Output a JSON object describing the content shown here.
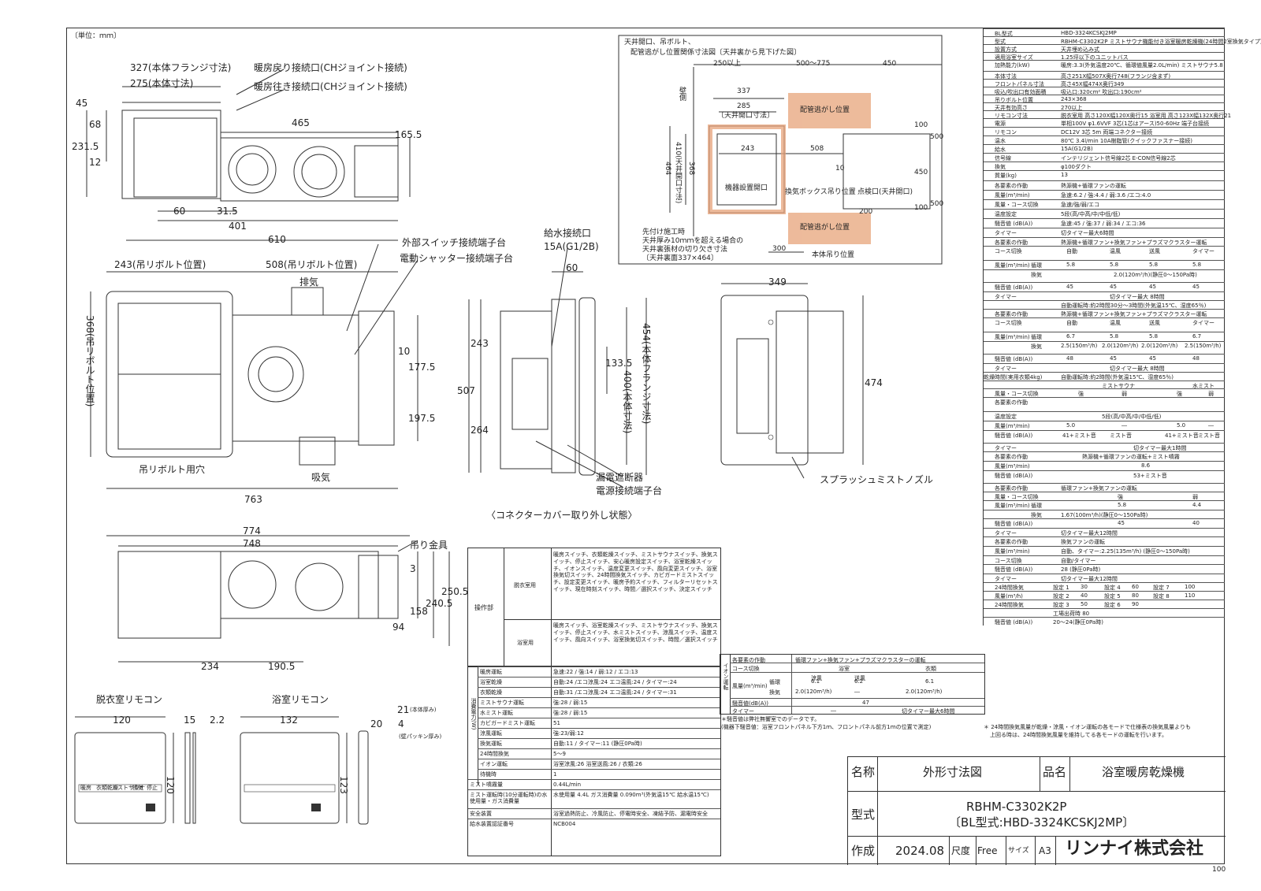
{
  "unit_note": "〔単位：ｍｍ〕",
  "page_number": "100",
  "drawing": {
    "top_view_labels": {
      "flange_width": "327(本体フランジ寸法)",
      "body_width": "275(本体寸法)",
      "return_port": "暖房戻り接続口(CHジョイント接続)",
      "supply_port": "暖房往き接続口(CHジョイント接続)",
      "dim_465": "465",
      "dim_45": "45",
      "dim_68": "68",
      "dim_231_5": "231.5",
      "dim_12": "12",
      "dim_165_5": "165.5",
      "dim_60": "60",
      "dim_31_5": "31.5",
      "dim_401": "401",
      "dim_610": "610"
    },
    "plan_labels": {
      "bolt_243": "243(吊リボルト位置)",
      "bolt_508": "508(吊リボルト位置)",
      "exhaust": "排気",
      "intake": "吸気",
      "bolt_368": "368(吊リボルト位置)",
      "bolt_hole": "吊リボルト用穴",
      "dim_763": "763",
      "dim_10": "10",
      "dim_177_5": "177.5",
      "dim_197_5": "197.5",
      "ext_switch": "外部スイッチ接続端子台",
      "shutter": "電動シャッター接続端子台",
      "water_port": "給水接続口",
      "water_size": "15A(G1/2B)"
    },
    "side_labels": {
      "dim_60": "60",
      "dim_507": "507",
      "dim_243": "243",
      "dim_264": "264",
      "dim_133_5": "133.5",
      "body_400": "400(本体寸法)",
      "flange_454": "454(本体フランジ寸法)",
      "breaker": "漏電遮断器",
      "power_terminal": "電源接続端子台",
      "connector_note": "〈コネクターカバー取り外し状態〉",
      "dim_349": "349",
      "dim_474": "474",
      "nozzle": "スプラッシュミストノズル"
    },
    "front_labels": {
      "dim_774": "774",
      "dim_748": "748",
      "hanger": "吊り金具",
      "dim_3": "3",
      "dim_158": "158",
      "dim_240_5": "240.5",
      "dim_250_5": "250.5",
      "dim_94": "94",
      "dim_234": "234",
      "dim_190_5": "190.5"
    },
    "remotes": {
      "dressing": "脱衣室リモコン",
      "bath": "浴室リモコン",
      "w120": "120",
      "w15": "15",
      "w2_2": "2.2",
      "w132": "132",
      "h120": "120",
      "h123": "123",
      "d20": "20",
      "d21": "21",
      "d21_note": "(本体厚み)",
      "d4": "4",
      "d4_note": "(壁パッキン厚み)",
      "buttons": [
        "暖房",
        "衣類乾燥",
        "ミストサウナ",
        "換気",
        "停止"
      ]
    },
    "ceiling": {
      "title_line1": "天井開口、吊ボルト、",
      "title_line2": "配管逃がし位置関係寸法図〔天井裏から見下げた図〕",
      "d250": "250以上",
      "d500_775": "500～775",
      "d450": "450",
      "d337": "337",
      "d285": "285",
      "opening_dim": "〔天井開口寸法〕",
      "d243": "243",
      "d508": "508",
      "d464": "464",
      "d368": "368",
      "d410": "410(天井開口寸法)",
      "pipe_relief": "配管逃がし位置",
      "unit_opening": "機器設置開口",
      "vent_box": "換気ボックス吊り位置",
      "inspect": "点検口(天井開口)",
      "d100a": "100",
      "d500a": "500",
      "d450b": "450",
      "d100b": "100",
      "d500b": "500",
      "d10": "10",
      "d200": "200",
      "d300": "300",
      "wall": "壁側",
      "body_hang": "本体吊り位置",
      "note1": "先付け施工時",
      "note2": "天井厚み10ｍｍを超える場合の",
      "note3": "天井裏張材の切り欠き寸法",
      "note4": "〔天井裏面337×464〕"
    }
  },
  "panel_table": {
    "header": "操作部",
    "rows": [
      {
        "place": "脱衣室用",
        "text": "暖房スイッチ、衣類乾燥スイッチ、ミストサウナスイッチ、換気スイッチ、停止スイッチ、安心暖房設定スイッチ、浴室乾燥スイッチ、イオンスイッチ、温度変更スイッチ、風向変更スイッチ、浴室換気切スイッチ、24時間換気スイッチ、カビガードミストスイッチ、設定変更スイッチ、暖房予約スイッチ、フィルターリセットスイッチ、現在時刻スイッチ、時間／選択スイッチ、決定スイッチ"
      },
      {
        "place": "浴室用",
        "text": "暖房スイッチ、浴室乾燥スイッチ、ミストサウナスイッチ、換気スイッチ、停止スイッチ、水ミストスイッチ、涼風スイッチ、温度スイッチ、風向スイッチ、浴室換気切スイッチ、時間／選択スイッチ"
      }
    ]
  },
  "power_table": {
    "side_label": "消費電力(W)",
    "rows": [
      {
        "k": "暖房運転",
        "v": "急速:22 / 強:14 / 弱:12 / エコ:13"
      },
      {
        "k": "浴室乾燥",
        "v": "自動:24 /エコ涼風:24 エコ温風:24 / タイマー:24"
      },
      {
        "k": "衣類乾燥",
        "v": "自動:31 /エコ涼風:24 エコ温風:24 / タイマー:31"
      },
      {
        "k": "ミストサウナ運転",
        "v": "強:28 / 弱:15"
      },
      {
        "k": "水ミスト運転",
        "v": "強:28 / 弱:15"
      },
      {
        "k": "カビガードミスト運転",
        "v": "51"
      },
      {
        "k": "涼風運転",
        "v": "強:23/弱:12"
      },
      {
        "k": "換気運転",
        "v": "自動:11 / タイマー:11 (静圧0Pa時)"
      },
      {
        "k": "24時間換気",
        "v": "5～9"
      },
      {
        "k": "イオン運転",
        "v": "浴室涼風:26 浴室送風:26 / 衣類:26"
      },
      {
        "k": "待機時",
        "v": "1"
      }
    ],
    "extra": [
      {
        "k": "ミスト噴霧量",
        "v": "0.44L/min"
      },
      {
        "k": "ミスト運転時(10分運転時)の水使用量・ガス消費量",
        "v": "水使用量 4.4L ガス消費量 0.090m³(外気温15℃ 給水温15℃)"
      },
      {
        "k": "安全装置",
        "v": "浴室過熱防止、冷風防止、停電時安全、凍結予防、漏電時安全"
      },
      {
        "k": "給水装置認証番号",
        "v": "NCB004"
      }
    ]
  },
  "ion_table": {
    "side_label": "イオン運転",
    "r1k": "各要素の作動",
    "r1v": "循環ファン+換気ファン+プラズマクラスターの運転",
    "r2k": "コース切換",
    "bath": "浴室",
    "clothes": "衣類",
    "cool": "涼風",
    "air": "送風",
    "flow": "風量(m³/min)",
    "circ": "循環",
    "vent": "換気",
    "c1": "6.1",
    "c2": "6.2",
    "c3": "6.1",
    "v1": "2.0(120m³/h)",
    "v2": "―",
    "v3": "2.0(120m³/h)",
    "noise": "騒音値(dB(A))",
    "n": "47",
    "timer": "タイマー",
    "t1": "―",
    "t2": "切タイマー最大6時間"
  },
  "notes": {
    "left1": "＊騒音値は弊社無響室でのデータです。",
    "left2": "(機器下騒音値：浴室フロントパネル下方1ｍ、フロントパネル前方1ｍの位置で測定)",
    "right1": "＊ 24時間換気風量が乾燥・涼風・イオン運転の各モードで仕様表の換気風量よりも",
    "right2": "上回る時は、24時間換気風量を維持してる各モードの運転を行います。"
  },
  "spec_header": [
    {
      "k": "BL型式",
      "v": "HBD-3324KCSKJ2MP"
    },
    {
      "k": "型式",
      "v": "RBHM-C3302K2P ミストサウナ機能付き浴室暖房乾燥機(24時間2室換気タイプ)"
    },
    {
      "k": "設置方式",
      "v": "天井埋め込み式"
    },
    {
      "k": "適用浴室サイズ",
      "v": "1.25坪以下のユニットバス"
    },
    {
      "k": "加熱能力(kW)",
      "v": "暖房:3.3(外気温度20℃、循環値風量2.0L/min) ミストサウナ5.8"
    },
    {
      "k": "本体寸法",
      "v": "高さ251X幅507X奥行748(フランジ含まず)"
    },
    {
      "k": "フロントパネル寸法",
      "v": "高さ45X幅474X奥行349"
    },
    {
      "k": "吸込/吹出口有効面積",
      "v": "吸込口:320cm² 吹出口:190cm²"
    },
    {
      "k": "吊りボルト位置",
      "v": "243×368"
    },
    {
      "k": "天井有効高さ",
      "v": "270以上"
    },
    {
      "k": "リモコン寸法",
      "v": "脱衣室用 高さ120X幅120X奥行15 浴室用 高さ123X幅132X奥行21"
    }
  ],
  "spec_connect": [
    {
      "k": "電源",
      "v": "単相100V φ1.6VVF 3芯(1芯はアース)50-60Hz 端子台接続"
    },
    {
      "k": "リモコン",
      "v": "DC12V 3芯 5m 両端コネクター接続"
    },
    {
      "k": "温水",
      "v": "80℃ 3.4l/min 10A樹脂管(クイックファスナー接続)"
    },
    {
      "k": "給水",
      "v": "15A(G1/2B)"
    },
    {
      "k": "信号線",
      "v": "インテリジェント信号線2芯 E-CON信号線2芯"
    },
    {
      "k": "換気",
      "v": "φ100ダクト"
    },
    {
      "k": "質量(kg)",
      "v": "13"
    }
  ],
  "spec_heat": [
    {
      "k": "各要素の作動",
      "v": "熱源機+循環ファンの運転"
    },
    {
      "k": "風量(m³/min)",
      "v": "急速:6.2 / 強:4.4 / 弱:3.6 /エコ:4.0"
    },
    {
      "k": "風量・コース切換",
      "v": "急速/強/弱/エコ"
    },
    {
      "k": "温度設定",
      "v": "5段(高/中高/中/中低/低)"
    },
    {
      "k": "騒音値 (dB(A))",
      "v": "急速:45 / 強:37 / 弱:34 / エコ:36"
    },
    {
      "k": "タイマー",
      "v": "切タイマー最大6時間"
    }
  ],
  "spec_bath": {
    "act": "熱源機+循環ファン+換気ファン+プラズマクラスター運転",
    "course": "コース切換",
    "auto": "自動",
    "eco": "エコ",
    "warm": "温風",
    "blow": "送風",
    "timer": "タイマー",
    "flow": "風量(m³/min)",
    "circ": "循環",
    "vent": "換気",
    "c": [
      "5.8",
      "5.8",
      "5.8",
      "5.8"
    ],
    "v": "2.0(120m³/h)(静圧0～150Pa時)",
    "noise": [
      "45",
      "45",
      "45",
      "45"
    ],
    "tm": "切タイマー最大 8時間",
    "dry": "自動運転時:約2時間30分～3時間(外気温15℃、湿度65％)"
  },
  "spec_cloth": {
    "act": "熱源機+循環ファン+換気ファン+プラズマクラスター運転",
    "c": [
      "6.7",
      "5.8",
      "5.8",
      "6.7"
    ],
    "v": [
      "2.5(150m³/h)",
      "2.0(120m³/h)",
      "2.0(120m³/h)",
      "2.5(150m³/h)"
    ],
    "noise": [
      "48",
      "45",
      "45",
      "48"
    ],
    "tm": "切タイマー最大 8時間",
    "dry": "自動運転時:約2時間(外気温15℃、湿度65％)",
    "dry_k": "乾燥時間(実用衣類4kg)"
  },
  "spec_mist": {
    "sauna": "ミストサウナ",
    "water": "水ミスト",
    "strong": "強",
    "weak": "弱",
    "act": "各要素の作動",
    "temp": "5段(高/中高/中/中低/低)",
    "flow": [
      "5.0",
      "―",
      "5.0",
      "―"
    ],
    "noise": [
      "41+ミスト音",
      "ミスト音",
      "41+ミスト音",
      "ミスト音"
    ],
    "tm": "切タイマー最大1時間"
  },
  "spec_kabi": {
    "act": "熱源機+循環ファンの運転+ミスト噴霧",
    "flow": "8.6",
    "noise": "53+ミスト音"
  },
  "spec_cool": {
    "act": "循環ファン+換気ファンの運転",
    "strong": "強",
    "weak": "弱",
    "c": [
      "5.8",
      "4.4"
    ],
    "v": "1.67(100m³/h)(静圧0～150Pa時)",
    "noise": [
      "45",
      "40"
    ],
    "tm": "切タイマー最大12時間"
  },
  "spec_vent": {
    "act": "換気ファンの運転",
    "flow": "自動、タイマー:2.25(135m³/h) (静圧0～150Pa時)",
    "course": "自動/タイマー",
    "noise": "28 (静圧0Pa時)",
    "tm": "切タイマー最大12時間"
  },
  "spec_24h": {
    "label": "24時間換気",
    "flow_k": "風量(m³/h)",
    "settings": [
      [
        "設定 1",
        "30",
        "設定 4",
        "60",
        "設定 7",
        "100"
      ],
      [
        "設定 2",
        "40",
        "設定 5",
        "80",
        "設定 8",
        "110"
      ],
      [
        "設定 3",
        "50",
        "設定 6",
        "90",
        "",
        ""
      ]
    ],
    "factory": "工場出荷時 80",
    "noise": "20～24(静圧0Pa時)"
  },
  "title_block": {
    "name_k": "名称",
    "name_v": "外形寸法図",
    "prod_k": "品名",
    "prod_v": "浴室暖房乾燥機",
    "model_k": "型式",
    "model_v1": "RBHM-C3302K2P",
    "model_v2": "〔BL型式:HBD-3324KCSKJ2MP〕",
    "made_k": "作成",
    "made_v": "2024.08",
    "scale_k": "尺度",
    "scale_v": "Free",
    "size_k": "サイズ",
    "size_v": "A3",
    "company": "リンナイ株式会社"
  }
}
